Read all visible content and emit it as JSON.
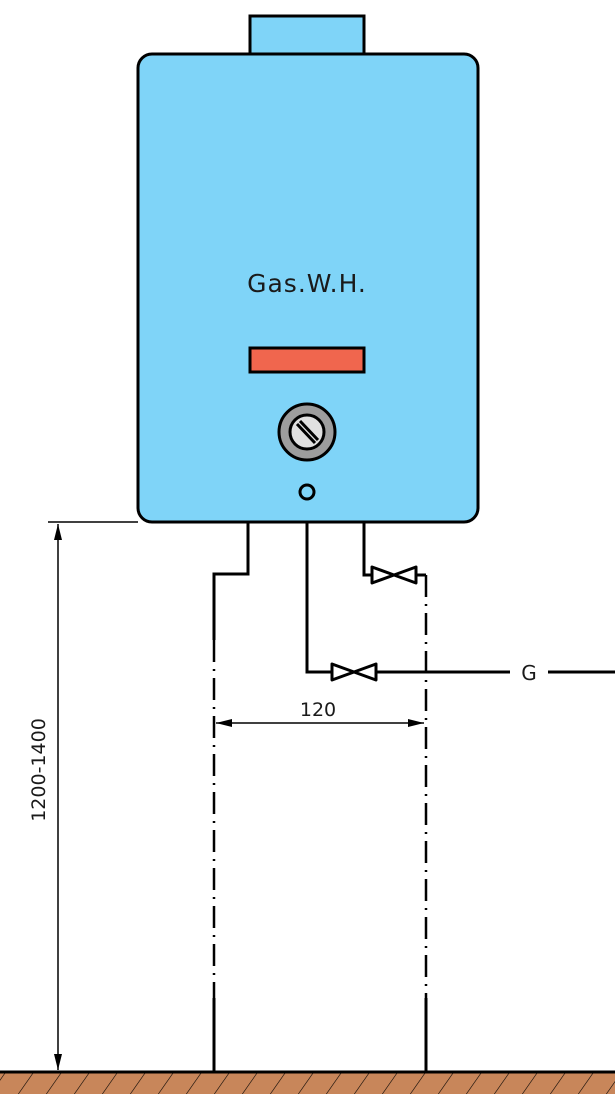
{
  "heater": {
    "label": "Gas.W.H.",
    "body_color": "#7fd4f8",
    "panel_color": "#f0664e"
  },
  "gas_line": {
    "label": "G"
  },
  "dimensions": {
    "height_label": "1200-1400",
    "spacing_label": "120"
  },
  "ground": {
    "color": "#c8865a"
  }
}
